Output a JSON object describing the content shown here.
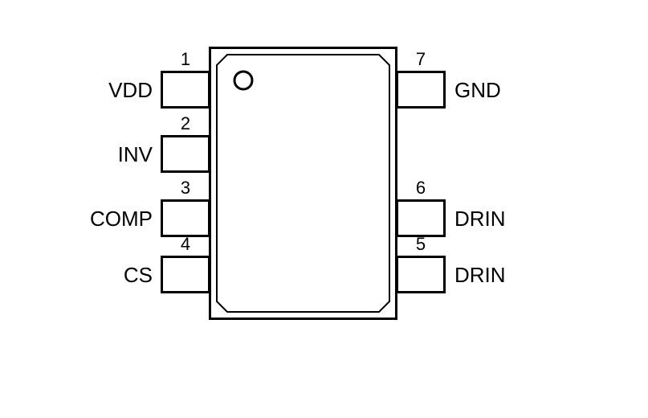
{
  "diagram": {
    "type": "ic-pinout",
    "package_outline_color": "#000000",
    "background_color": "#ffffff",
    "indicator": "pin1-marker-circle"
  },
  "pins_left": [
    {
      "number": "1",
      "label": "VDD"
    },
    {
      "number": "2",
      "label": "INV"
    },
    {
      "number": "3",
      "label": "COMP"
    },
    {
      "number": "4",
      "label": "CS"
    }
  ],
  "pins_right": [
    {
      "number": "7",
      "label": "GND"
    },
    {
      "number": "6",
      "label": "DRIN"
    },
    {
      "number": "5",
      "label": "DRIN"
    }
  ]
}
